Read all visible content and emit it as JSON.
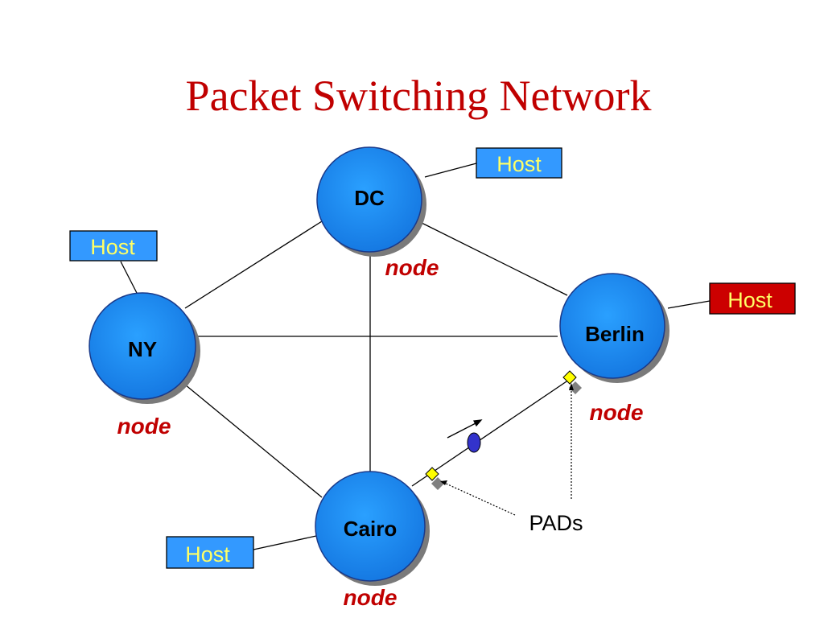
{
  "title": "Packet Switching Network",
  "nodes": [
    {
      "id": "dc",
      "name": "DC",
      "label": "node"
    },
    {
      "id": "ny",
      "name": "NY",
      "label": "node"
    },
    {
      "id": "berlin",
      "name": "Berlin",
      "label": "node"
    },
    {
      "id": "cairo",
      "name": "Cairo",
      "label": "node"
    }
  ],
  "hosts": [
    {
      "id": "dc",
      "label": "Host",
      "fill": "#3399ff",
      "text_color": "#ffff66"
    },
    {
      "id": "ny",
      "label": "Host",
      "fill": "#3399ff",
      "text_color": "#ffff66"
    },
    {
      "id": "berlin",
      "label": "Host",
      "fill": "#cc0000",
      "text_color": "#ffff66"
    },
    {
      "id": "cairo",
      "label": "Host",
      "fill": "#3399ff",
      "text_color": "#ffff66"
    }
  ],
  "pads_label": "PADs",
  "colors": {
    "node_fill": "#1e90ff",
    "node_stroke": "#1a3a8a",
    "title": "#c00000",
    "pad": "#ffff00",
    "packet": "#3333cc"
  }
}
